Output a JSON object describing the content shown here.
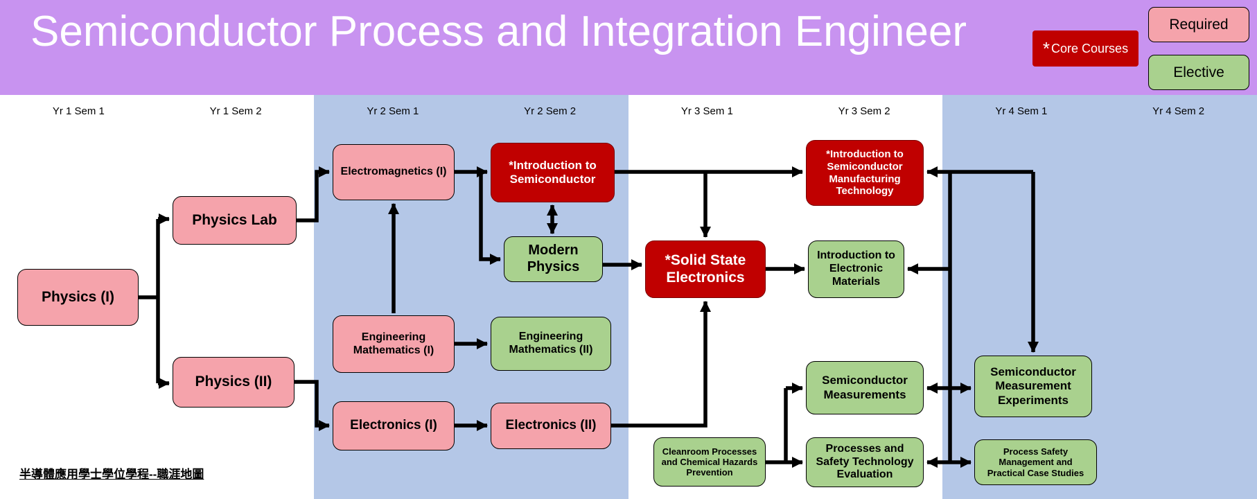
{
  "header": {
    "title": "Semiconductor Process and Integration Engineer",
    "legend": {
      "core_star": "*",
      "core_label": "Core Courses",
      "required": "Required",
      "elective": "Elective"
    }
  },
  "colors": {
    "header-bg": "#C893F0",
    "core-red": "#C00000",
    "required-pink": "#F5A3AB",
    "elective-green": "#A9D18E",
    "band-blue": "#B4C7E7"
  },
  "semesters": [
    "Yr 1 Sem 1",
    "Yr 1 Sem 2",
    "Yr 2 Sem 1",
    "Yr 2 Sem 2",
    "Yr 3 Sem 1",
    "Yr 3 Sem 2",
    "Yr 4 Sem 1",
    "Yr 4 Sem 2"
  ],
  "courses": [
    {
      "label": "Physics (I)",
      "type": "required",
      "semester": "Yr 1 Sem 1"
    },
    {
      "label": "Physics Lab",
      "type": "required",
      "semester": "Yr 1 Sem 2"
    },
    {
      "label": "Physics (II)",
      "type": "required",
      "semester": "Yr 1 Sem 2"
    },
    {
      "label": "Electromagnetics (I)",
      "type": "required",
      "semester": "Yr 2 Sem 1"
    },
    {
      "label": "Engineering Mathematics (I)",
      "type": "required",
      "semester": "Yr 2 Sem 1"
    },
    {
      "label": "Electronics (I)",
      "type": "required",
      "semester": "Yr 2 Sem 1"
    },
    {
      "label": "*Introduction to Semiconductor",
      "type": "core",
      "semester": "Yr 2 Sem 2"
    },
    {
      "label": "Modern Physics",
      "type": "elective",
      "semester": "Yr 2 Sem 2"
    },
    {
      "label": "Engineering Mathematics (II)",
      "type": "elective",
      "semester": "Yr 2 Sem 2"
    },
    {
      "label": "Electronics (II)",
      "type": "required",
      "semester": "Yr 2 Sem 2"
    },
    {
      "label": "*Solid State Electronics",
      "type": "core",
      "semester": "Yr 3 Sem 1"
    },
    {
      "label": "Cleanroom Processes and Chemical Hazards Prevention",
      "type": "elective",
      "semester": "Yr 3 Sem 1"
    },
    {
      "label": "*Introduction to Semiconductor Manufacturing Technology",
      "type": "core",
      "semester": "Yr 3 Sem 2"
    },
    {
      "label": "Introduction to Electronic Materials",
      "type": "elective",
      "semester": "Yr 3 Sem 2"
    },
    {
      "label": "Semiconductor Measurements",
      "type": "elective",
      "semester": "Yr 3 Sem 2"
    },
    {
      "label": "Processes and Safety Technology Evaluation",
      "type": "elective",
      "semester": "Yr 3 Sem 2"
    },
    {
      "label": "Semiconductor Measurement Experiments",
      "type": "elective",
      "semester": "Yr 4 Sem 1"
    },
    {
      "label": "Process Safety Management and Practical Case Studies",
      "type": "elective",
      "semester": "Yr 4 Sem 1"
    }
  ],
  "edges": [
    {
      "from": "Physics (I)",
      "to": "Physics Lab"
    },
    {
      "from": "Physics (I)",
      "to": "Physics (II)"
    },
    {
      "from": "Physics Lab",
      "to": "Electromagnetics (I)"
    },
    {
      "from": "Physics (II)",
      "to": "Electronics (I)"
    },
    {
      "from": "Engineering Mathematics (I)",
      "to": "Electromagnetics (I)"
    },
    {
      "from": "Electromagnetics (I)",
      "to": "*Introduction to Semiconductor"
    },
    {
      "from": "Electromagnetics (I)",
      "to": "Modern Physics"
    },
    {
      "from": "*Introduction to Semiconductor",
      "to": "Modern Physics",
      "bidirectional": true
    },
    {
      "from": "Engineering Mathematics (I)",
      "to": "Engineering Mathematics (II)"
    },
    {
      "from": "Electronics (I)",
      "to": "Electronics (II)"
    },
    {
      "from": "Modern Physics",
      "to": "*Solid State Electronics"
    },
    {
      "from": "Electronics (II)",
      "to": "*Solid State Electronics"
    },
    {
      "from": "*Introduction to Semiconductor",
      "to": "*Solid State Electronics"
    },
    {
      "from": "*Introduction to Semiconductor",
      "to": "*Introduction to Semiconductor Manufacturing Technology"
    },
    {
      "from": "*Solid State Electronics",
      "to": "Introduction to Electronic Materials"
    },
    {
      "from": "Cleanroom Processes and Chemical Hazards Prevention",
      "to": "Semiconductor Measurements"
    },
    {
      "from": "Cleanroom Processes and Chemical Hazards Prevention",
      "to": "Processes and Safety Technology Evaluation"
    },
    {
      "from": "Semiconductor Measurements",
      "to": "Semiconductor Measurement Experiments",
      "bidirectional": true
    },
    {
      "from": "right-trunk",
      "to": "*Introduction to Semiconductor Manufacturing Technology"
    },
    {
      "from": "right-trunk",
      "to": "Introduction to Electronic Materials"
    },
    {
      "from": "right-trunk",
      "to": "Semiconductor Measurement Experiments"
    },
    {
      "from": "Processes and Safety Technology Evaluation",
      "to": "Process Safety Management and Practical Case Studies",
      "bidirectional": true
    }
  ],
  "footer": {
    "caption": "半導體應用學士學位學程--職涯地圖"
  }
}
